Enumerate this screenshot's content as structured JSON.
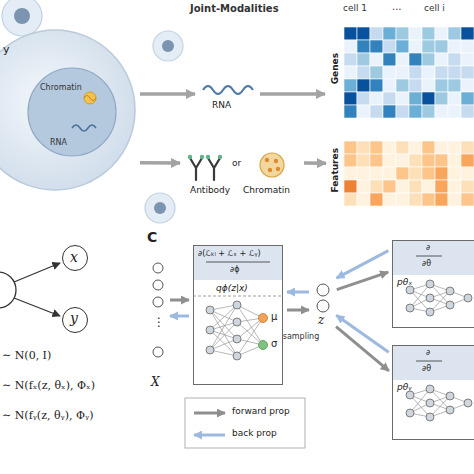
{
  "diagram": {
    "nodes": [
      {
        "text": [
          "y",
          "Chromatin",
          "RNA"
        ]
      },
      {
        "text": [
          "RNA"
        ]
      },
      {
        "text": [
          "Antibody",
          "or",
          "Chromatin"
        ]
      },
      {
        "text": [
          "Genes"
        ]
      },
      {
        "text": [
          "Features"
        ]
      },
      {
        "text": [
          "x"
        ]
      },
      {
        "text": [
          "y"
        ]
      },
      {
        "text": [
          "X"
        ]
      },
      {
        "text": [
          "∂(ℒₖₗ + ℒₓ + ℒᵧ)",
          "∂ϕ",
          "qϕ(z|x)",
          "μ",
          "σ"
        ]
      },
      {
        "text": [
          "z"
        ]
      },
      {
        "text": [
          "∂",
          "∂θ",
          "pθₓ"
        ]
      },
      {
        "text": [
          "∂",
          "∂θ",
          "pθᵧ"
        ]
      }
    ],
    "edges": [
      {
        "from": 0,
        "to": 1,
        "arrow": "to"
      },
      {
        "from": 0,
        "to": 2,
        "arrow": "to"
      },
      {
        "from": 1,
        "to": 3,
        "arrow": "to"
      },
      {
        "from": 2,
        "to": 4,
        "arrow": "to"
      },
      {
        "from": 7,
        "to": 8,
        "arrow": "to"
      },
      {
        "from": 8,
        "to": 7,
        "arrow": "to"
      },
      {
        "from": 8,
        "to": 9,
        "label": "sampling",
        "arrow": "to"
      },
      {
        "from": 9,
        "to": 8,
        "arrow": "to"
      },
      {
        "from": 9,
        "to": 10,
        "arrow": "to"
      },
      {
        "from": 10,
        "to": 9,
        "arrow": "to"
      },
      {
        "from": 9,
        "to": 11,
        "arrow": "to"
      },
      {
        "from": 11,
        "to": 9,
        "arrow": "to"
      }
    ],
    "labels": [
      "Joint-Modalities",
      "cell 1",
      "...",
      "cell i",
      "∼ N(0, I)",
      "∼ N(fₓ(z, θₓ), Φₓ)",
      "∼ N(fᵧ(z, θᵧ), Φᵧ)",
      "C",
      "⋮"
    ],
    "legend": [
      {
        "text": "forward prop"
      },
      {
        "text": "back prop"
      }
    ]
  }
}
